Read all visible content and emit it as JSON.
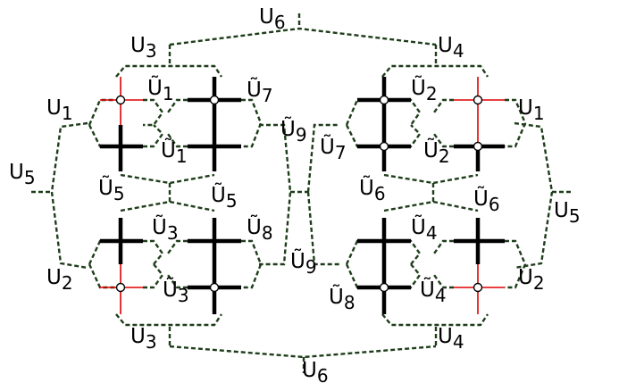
{
  "labels": {
    "U1": "U",
    "U1_sub": "1",
    "U2": "U",
    "U2_sub": "2",
    "U3": "U",
    "U3_sub": "3",
    "U4": "U",
    "U4_sub": "4",
    "U5": "U",
    "U5_sub": "5",
    "U6": "U",
    "U6_sub": "6",
    "Ut1": "Ũ",
    "Ut1_sub": "1",
    "Ut2": "Ũ",
    "Ut2_sub": "2",
    "Ut3": "Ũ",
    "Ut3_sub": "3",
    "Ut4": "Ũ",
    "Ut4_sub": "4",
    "Ut5": "Ũ",
    "Ut5_sub": "5",
    "Ut6": "Ũ",
    "Ut6_sub": "6",
    "Ut7": "Ũ",
    "Ut7_sub": "7",
    "Ut8": "Ũ",
    "Ut8_sub": "8",
    "Ut9": "Ũ",
    "Ut9_sub": "9"
  },
  "colors": {
    "dashed_edge": "#1e3d1a",
    "thick_edge": "#000000",
    "red_edge": "#e00000",
    "node_fill": "#ffffff"
  }
}
